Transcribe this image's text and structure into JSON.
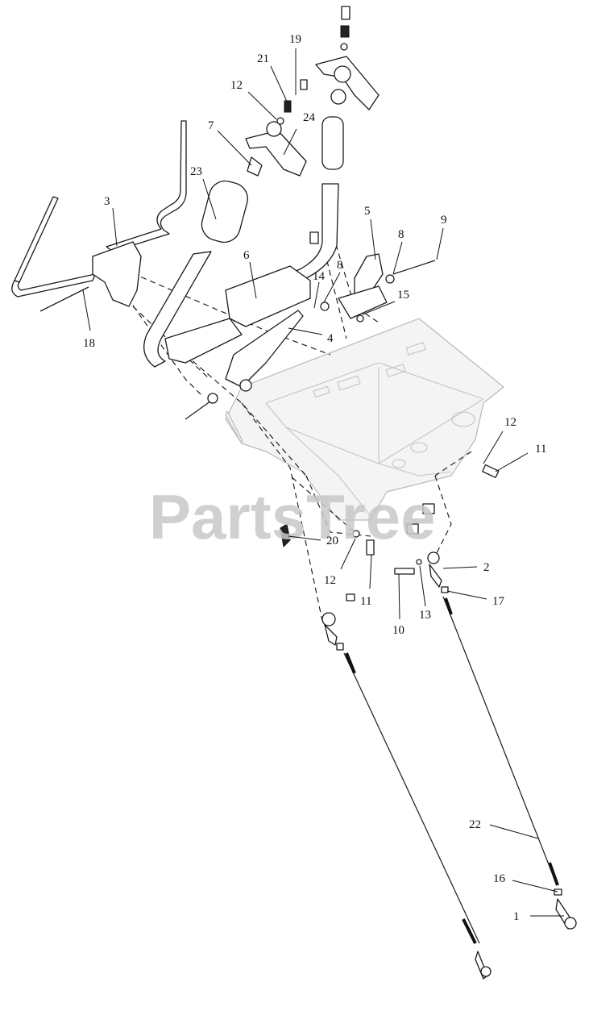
{
  "watermark": "PartsTree",
  "callouts": [
    {
      "id": "c19",
      "label": "19"
    },
    {
      "id": "c21",
      "label": "21"
    },
    {
      "id": "c12a",
      "label": "12"
    },
    {
      "id": "c7",
      "label": "7"
    },
    {
      "id": "c24",
      "label": "24"
    },
    {
      "id": "c23",
      "label": "23"
    },
    {
      "id": "c3",
      "label": "3"
    },
    {
      "id": "c5",
      "label": "5"
    },
    {
      "id": "c9",
      "label": "9"
    },
    {
      "id": "c8a",
      "label": "8"
    },
    {
      "id": "c8b",
      "label": "8"
    },
    {
      "id": "c6",
      "label": "6"
    },
    {
      "id": "c14",
      "label": "14"
    },
    {
      "id": "c15",
      "label": "15"
    },
    {
      "id": "c4",
      "label": "4"
    },
    {
      "id": "c18",
      "label": "18"
    },
    {
      "id": "c12b",
      "label": "12"
    },
    {
      "id": "c11a",
      "label": "11"
    },
    {
      "id": "c20",
      "label": "20"
    },
    {
      "id": "c12c",
      "label": "12"
    },
    {
      "id": "c11b",
      "label": "11"
    },
    {
      "id": "c2",
      "label": "2"
    },
    {
      "id": "c13",
      "label": "13"
    },
    {
      "id": "c17",
      "label": "17"
    },
    {
      "id": "c10",
      "label": "10"
    },
    {
      "id": "c22",
      "label": "22"
    },
    {
      "id": "c16",
      "label": "16"
    },
    {
      "id": "c1",
      "label": "1"
    }
  ]
}
